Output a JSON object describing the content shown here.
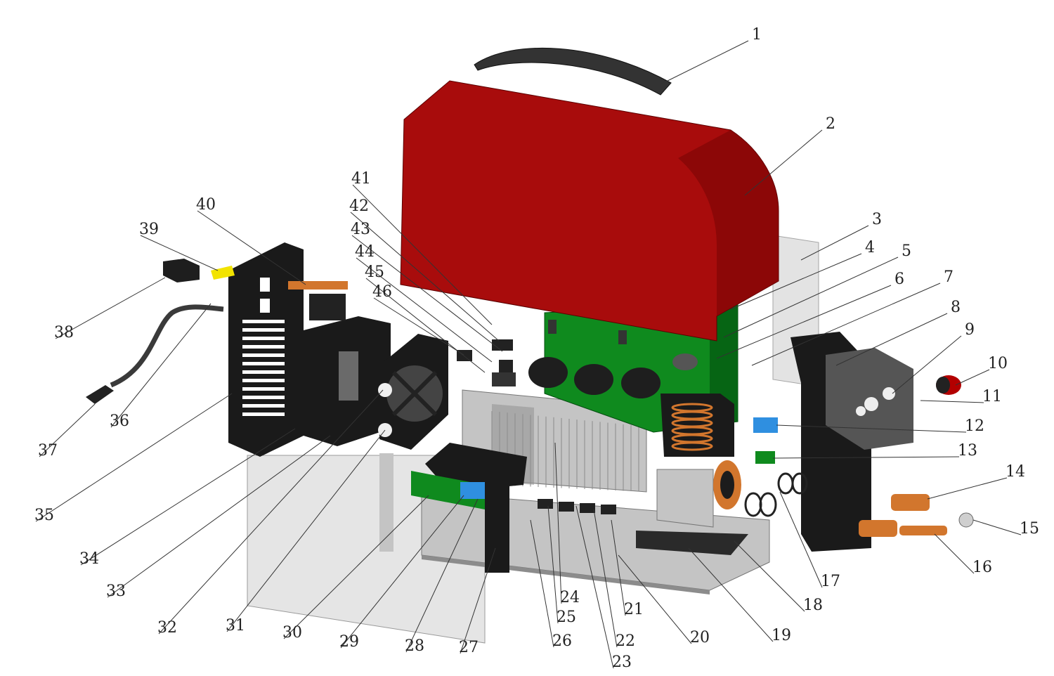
{
  "colors": {
    "cover": "#a80c0c",
    "cover_dark": "#7a0505",
    "pcb": "#0f8a1e",
    "pcb_dark": "#066514",
    "panel": "#1a1a1a",
    "metal": "#c4c4c4",
    "metal_dark": "#8c8c8c",
    "copper": "#d2762d",
    "blue_part": "#2f8fe0",
    "yellow_part": "#f2e300",
    "insulator": "#d9d9d9"
  },
  "parts": [
    {
      "id": "part-handle",
      "icon": "handle-icon"
    },
    {
      "id": "part-top-cover",
      "icon": "cover-icon"
    },
    {
      "id": "part-insulation-sheet",
      "icon": "sheet-icon"
    },
    {
      "id": "part-main-pcb",
      "icon": "pcb-icon"
    },
    {
      "id": "part-front-panel",
      "icon": "panel-icon"
    },
    {
      "id": "part-rear-panel",
      "icon": "panel-icon"
    },
    {
      "id": "part-fan",
      "icon": "fan-icon"
    },
    {
      "id": "part-heatsink",
      "icon": "heatsink-icon"
    },
    {
      "id": "part-transformer",
      "icon": "transformer-icon"
    },
    {
      "id": "part-base-plate",
      "icon": "base-icon"
    },
    {
      "id": "part-power-cable",
      "icon": "cable-icon"
    },
    {
      "id": "part-switch",
      "icon": "switch-icon"
    }
  ],
  "callouts": [
    "1",
    "2",
    "3",
    "4",
    "5",
    "6",
    "7",
    "8",
    "9",
    "10",
    "11",
    "12",
    "13",
    "14",
    "15",
    "16",
    "17",
    "18",
    "19",
    "20",
    "21",
    "22",
    "23",
    "24",
    "25",
    "26",
    "27",
    "28",
    "29",
    "30",
    "31",
    "32",
    "33",
    "34",
    "35",
    "36",
    "37",
    "38",
    "39",
    "40",
    "41",
    "42",
    "43",
    "44",
    "45",
    "46"
  ]
}
